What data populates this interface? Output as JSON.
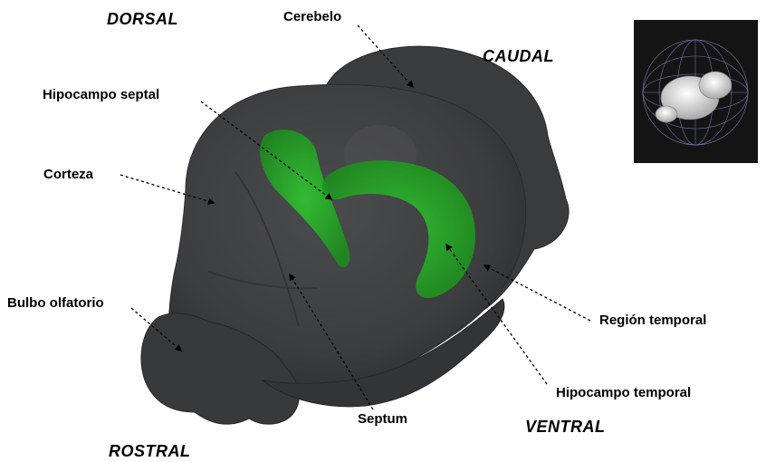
{
  "directions": {
    "dorsal": "DORSAL",
    "caudal": "CAUDAL",
    "ventral": "VENTRAL",
    "rostral": "ROSTRAL"
  },
  "labels": {
    "cerebelo": "Cerebelo",
    "hipocampo_septal": "Hipocampo septal",
    "corteza": "Corteza",
    "bulbo_olfatorio": "Bulbo olfatorio",
    "septum": "Septum",
    "region_temporal": "Región temporal",
    "hipocampo_temporal": "Hipocampo temporal"
  },
  "colors": {
    "brain": "#3f4042",
    "hippocampus": "#1ea81e",
    "inset_background": "#141414",
    "inset_model": "#e8e8e8"
  }
}
